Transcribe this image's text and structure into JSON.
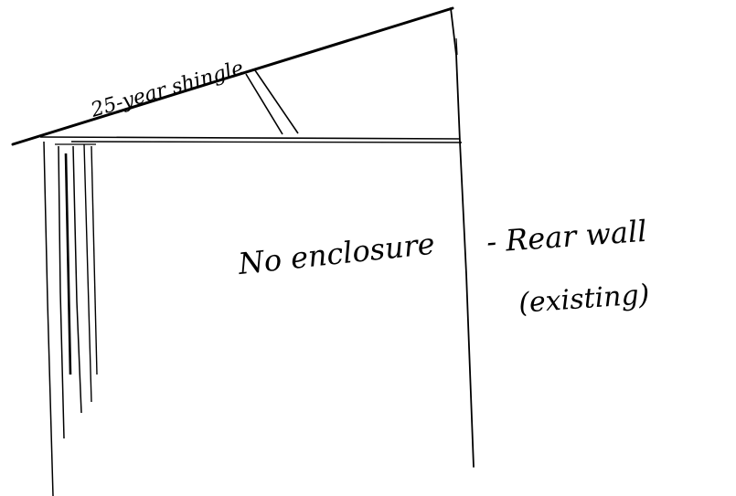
{
  "sketch": {
    "labels": {
      "roof_material": "25-year shingle",
      "enclosure_note": "No enclosure",
      "rear_wall_line1": "- Rear wall",
      "rear_wall_line2": "(existing)"
    },
    "colors": {
      "ink": "#000000",
      "paper": "#ffffff"
    }
  }
}
